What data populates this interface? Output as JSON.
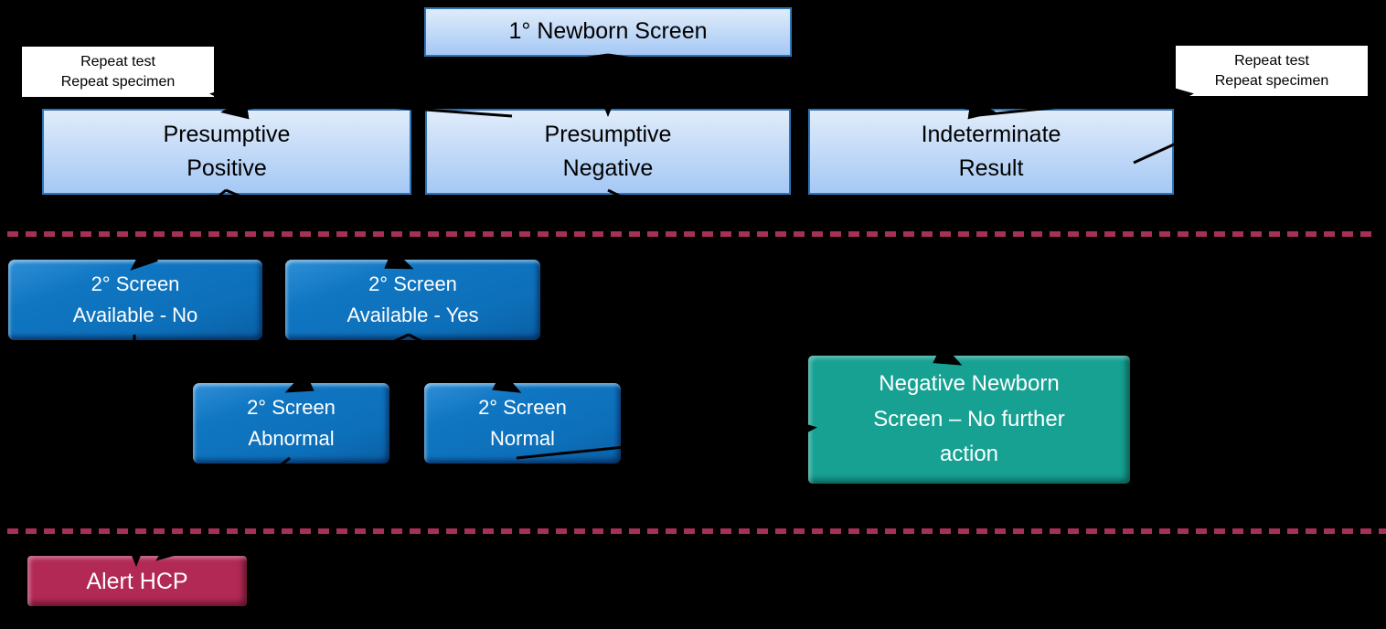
{
  "colors": {
    "background": "#000000",
    "light_top": "#E0ECFA",
    "light_bottom": "#A5C8F5",
    "light_border": "#2E75B6",
    "blue_fill": "#1076C2",
    "teal_fill": "#16A192",
    "alert_fill": "#B22955",
    "white_box": "#FFFFFF",
    "dash": "#A63056",
    "connector": "#000000"
  },
  "nodes": [
    {
      "id": "primary-screen",
      "label": "1° Newborn Screen"
    },
    {
      "id": "repeat-left",
      "lines": [
        "Repeat test",
        "Repeat specimen"
      ]
    },
    {
      "id": "repeat-right",
      "lines": [
        "Repeat test",
        "Repeat specimen"
      ]
    },
    {
      "id": "presumptive-positive",
      "lines": [
        "Presumptive",
        "Positive"
      ]
    },
    {
      "id": "presumptive-negative",
      "lines": [
        "Presumptive",
        "Negative"
      ]
    },
    {
      "id": "indeterminate-result",
      "lines": [
        "Indeterminate",
        "Result"
      ]
    },
    {
      "id": "screen-available-no",
      "lines": [
        "2° Screen",
        "Available - No"
      ]
    },
    {
      "id": "screen-available-yes",
      "lines": [
        "2° Screen",
        "Available - Yes"
      ]
    },
    {
      "id": "screen-abnormal",
      "lines": [
        "2° Screen",
        "Abnormal"
      ]
    },
    {
      "id": "screen-normal",
      "lines": [
        "2° Screen",
        "Normal"
      ]
    },
    {
      "id": "negative-screen",
      "lines": [
        "Negative Newborn",
        "Screen – No further",
        "action"
      ]
    },
    {
      "id": "alert-hcp",
      "label": "Alert HCP"
    }
  ],
  "edges": [
    {
      "from": "primary-screen",
      "to": "presumptive-positive"
    },
    {
      "from": "primary-screen",
      "to": "presumptive-negative"
    },
    {
      "from": "primary-screen",
      "to": "indeterminate-result"
    },
    {
      "from": "presumptive-positive",
      "to": "repeat-left"
    },
    {
      "from": "indeterminate-result",
      "to": "repeat-right"
    },
    {
      "from": "presumptive-positive",
      "to": "screen-available-no"
    },
    {
      "from": "presumptive-positive",
      "to": "screen-available-yes"
    },
    {
      "from": "screen-available-yes",
      "to": "screen-abnormal"
    },
    {
      "from": "screen-available-yes",
      "to": "screen-normal"
    },
    {
      "from": "screen-available-no",
      "to": "alert-hcp"
    },
    {
      "from": "screen-abnormal",
      "to": "alert-hcp"
    },
    {
      "from": "presumptive-negative",
      "to": "negative-screen"
    },
    {
      "from": "screen-normal",
      "to": "negative-screen"
    }
  ]
}
